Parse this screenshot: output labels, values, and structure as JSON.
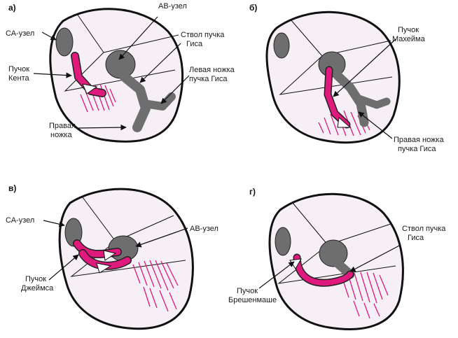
{
  "panels": {
    "a": {
      "letter": "а)",
      "labels": {
        "sa_node": "СА-узел",
        "av_node": "АВ-узел",
        "kent_bundle_line1": "Пучок",
        "kent_bundle_line2": "Кента",
        "his_trunk_line1": "Ствол пучка",
        "his_trunk_line2": "Гиса",
        "left_branch_line1": "Левая ножка",
        "left_branch_line2": "пучка Гиса",
        "right_branch_line1": "Правая",
        "right_branch_line2": "ножка"
      }
    },
    "b": {
      "letter": "б)",
      "labels": {
        "mahaim_line1": "Пучок",
        "mahaim_line2": "Махейма",
        "right_branch_line1": "Правая ножка",
        "right_branch_line2": "пучка Гиса"
      }
    },
    "c": {
      "letter": "в)",
      "labels": {
        "sa_node": "СА-узел",
        "av_node": "АВ-узел",
        "james_line1": "Пучок",
        "james_line2": "Джеймса"
      }
    },
    "d": {
      "letter": "г)",
      "labels": {
        "his_trunk_line1": "Ствол пучка",
        "his_trunk_line2": "Гиса",
        "brechenmacher_line1": "Пучок",
        "brechenmacher_line2": "Брешенмаше"
      }
    }
  },
  "colors": {
    "pathway": "#e0197d",
    "node": "#6e6e6e",
    "outline": "#111111",
    "heart_fill": "#f6f0f6"
  }
}
